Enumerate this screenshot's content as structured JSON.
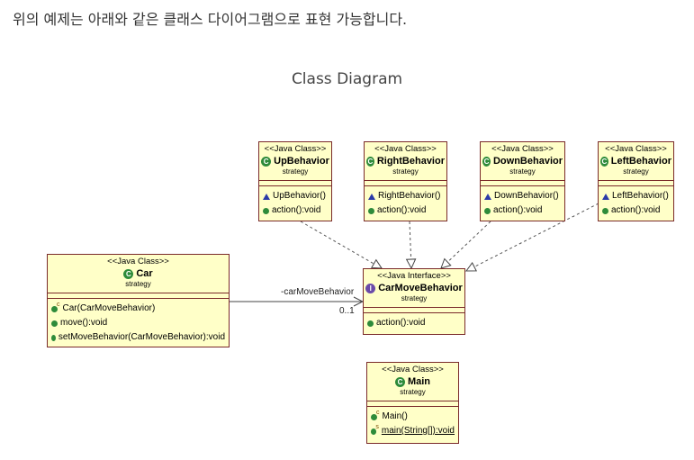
{
  "intro_text": "위의 예제는 아래와 같은 클래스 다이어그램으로 표현 가능합니다.",
  "diagram_title": "Class Diagram",
  "classes": {
    "up": {
      "stereotype": "<<Java Class>>",
      "name": "UpBehavior",
      "package": "strategy",
      "ctor": "UpBehavior()",
      "op": "action():void"
    },
    "right": {
      "stereotype": "<<Java Class>>",
      "name": "RightBehavior",
      "package": "strategy",
      "ctor": "RightBehavior()",
      "op": "action():void"
    },
    "down": {
      "stereotype": "<<Java Class>>",
      "name": "DownBehavior",
      "package": "strategy",
      "ctor": "DownBehavior()",
      "op": "action():void"
    },
    "left": {
      "stereotype": "<<Java Class>>",
      "name": "LeftBehavior",
      "package": "strategy",
      "ctor": "LeftBehavior()",
      "op": "action():void"
    },
    "car": {
      "stereotype": "<<Java Class>>",
      "name": "Car",
      "package": "strategy",
      "ops": [
        "Car(CarMoveBehavior)",
        "move():void",
        "setMoveBehavior(CarMoveBehavior):void"
      ]
    },
    "iface": {
      "stereotype": "<<Java Interface>>",
      "name": "CarMoveBehavior",
      "package": "strategy",
      "op": "action():void"
    },
    "main": {
      "stereotype": "<<Java Class>>",
      "name": "Main",
      "package": "strategy",
      "ctor": "Main()",
      "op": "main(String[]):void"
    }
  },
  "association": {
    "role": "-carMoveBehavior",
    "multiplicity": "0..1"
  },
  "icons": {
    "class_icon_glyph": "C",
    "interface_icon_glyph": "I"
  }
}
